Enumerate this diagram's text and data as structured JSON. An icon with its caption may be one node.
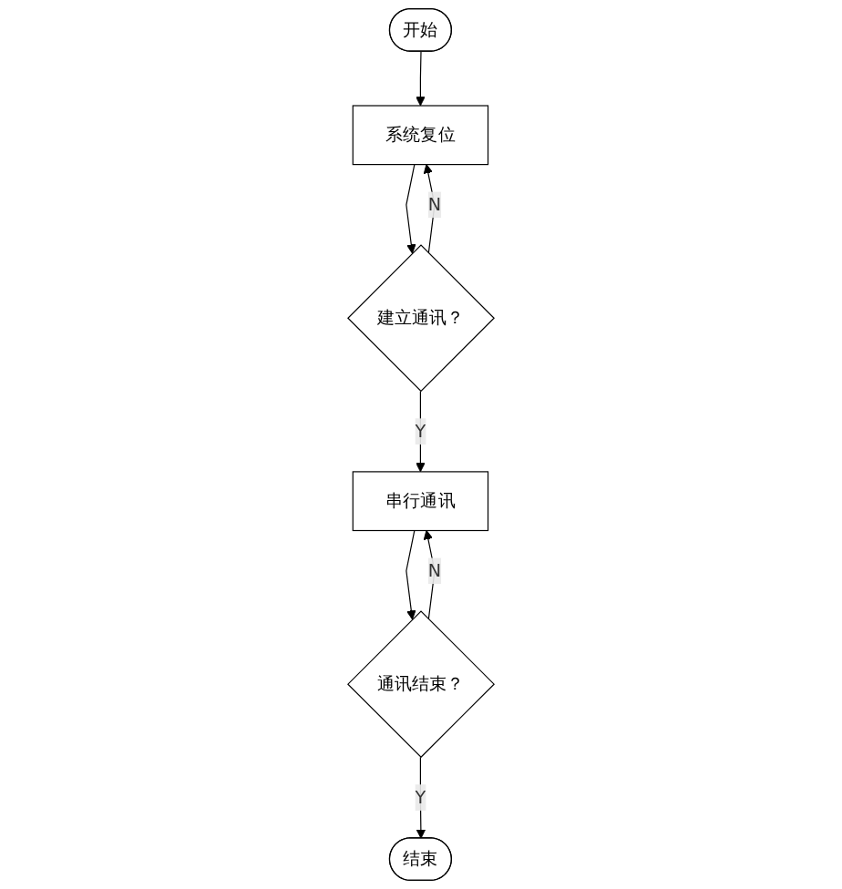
{
  "diagram": {
    "nodes": [
      {
        "text": [
          "开始"
        ]
      },
      {
        "text": [
          "系统复位"
        ]
      },
      {
        "text": [
          "建立通讯？"
        ]
      },
      {
        "text": [
          "串行通讯"
        ]
      },
      {
        "text": [
          "通讯结束？"
        ]
      },
      {
        "text": [
          "结束"
        ]
      }
    ],
    "edges": [
      {
        "from": 0,
        "to": 1,
        "arrow": "to"
      },
      {
        "from": 1,
        "to": 2,
        "arrow": "to"
      },
      {
        "from": 2,
        "to": 1,
        "arrow": "to",
        "label": "N"
      },
      {
        "from": 2,
        "to": 3,
        "arrow": "to",
        "label": "Y"
      },
      {
        "from": 3,
        "to": 4,
        "arrow": "to"
      },
      {
        "from": 4,
        "to": 3,
        "arrow": "to",
        "label": "N"
      },
      {
        "from": 4,
        "to": 5,
        "arrow": "to",
        "label": "Y"
      }
    ]
  }
}
